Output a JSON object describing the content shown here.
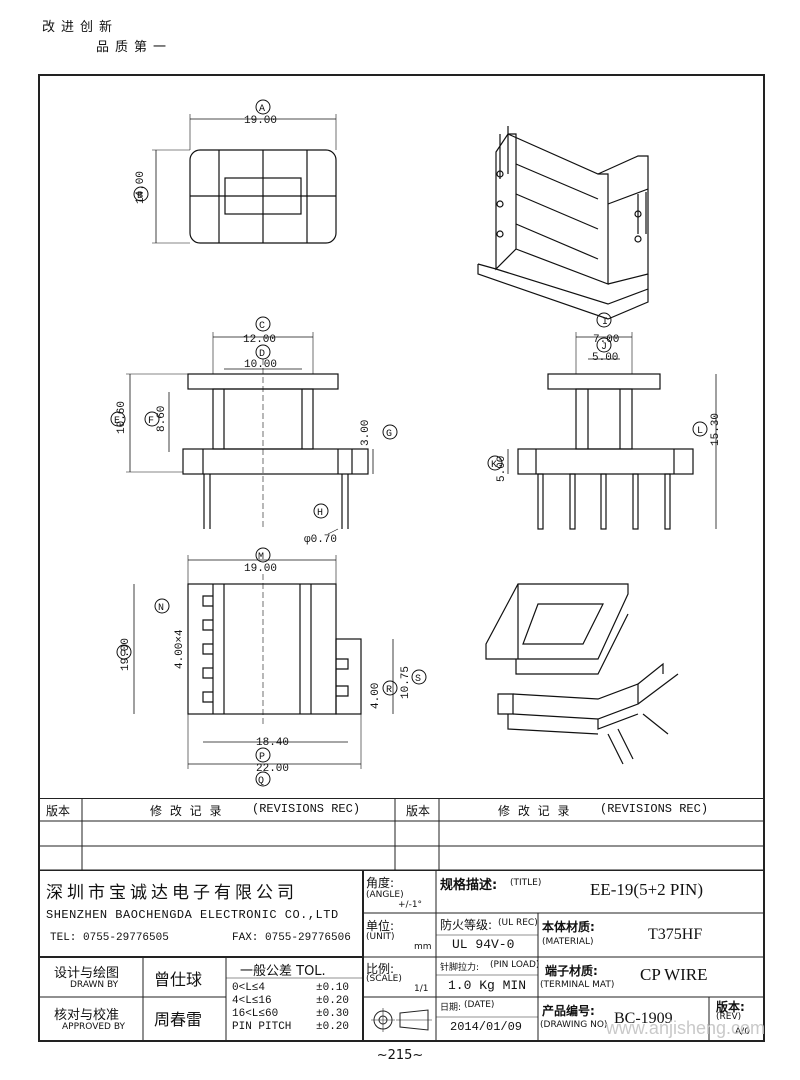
{
  "slogan": {
    "line1": "改进创新",
    "line2": "品质第一"
  },
  "drawing": {
    "views": {
      "top": {
        "A_label": "A",
        "A_value": "19.00",
        "B_label": "B",
        "B_value": "14.00"
      },
      "front": {
        "C_label": "C",
        "C_value": "12.00",
        "D_label": "D",
        "D_value": "10.00",
        "E_label": "E",
        "E_value": "10.60",
        "F_label": "F",
        "F_value": "8.60",
        "G_label": "G",
        "G_value": "3.00",
        "H_label": "H",
        "H_value": "φ0.70"
      },
      "side": {
        "I_label": "I",
        "I_value": "7.00",
        "J_label": "J",
        "J_value": "5.00",
        "K_label": "K",
        "K_value": "5.00",
        "L_label": "L",
        "L_value": "15.30"
      },
      "bottom": {
        "M_label": "M",
        "M_value": "19.00",
        "N_label": "N",
        "N_value": "4.00×4",
        "O_label": "O",
        "O_value": "19.00",
        "P_label": "P",
        "P_value": "18.40",
        "Q_label": "Q",
        "Q_value": "22.00",
        "R_label": "R",
        "R_value": "4.00",
        "S_label": "S",
        "S_value": "10.75"
      }
    }
  },
  "revisions": {
    "rev_col": "版本",
    "rec_col_cn": "修 改 记 录",
    "rec_col_en": "(REVISIONS REC)"
  },
  "title_block": {
    "company_cn": "深圳市宝诚达电子有限公司",
    "company_en": "SHENZHEN BAOCHENGDA ELECTRONIC CO.,LTD",
    "tel": "TEL: 0755-29776505",
    "fax": "FAX: 0755-29776506",
    "angle_label": "角度:",
    "angle_en": "(ANGLE)",
    "angle_value": "+/-1°",
    "unit_label": "单位:",
    "unit_en": "(UNIT)",
    "unit_value": "mm",
    "scale_label": "比例:",
    "scale_en": "(SCALE)",
    "scale_value": "1/1",
    "title_label": "规格描述:",
    "title_en": "(TITLE)",
    "title_value": "EE-19(5+2 PIN)",
    "flame_label": "防火等级:",
    "flame_en": "(UL REC)",
    "flame_value": "UL 94V-0",
    "material_label": "本体材质:",
    "material_en": "(MATERIAL)",
    "material_value": "T375HF",
    "pinload_label": "针脚拉力:",
    "pinload_en": "(PIN LOAD)",
    "pinload_value": "1.0 Kg MIN",
    "terminal_label": "端子材质:",
    "terminal_en": "(TERMINAL MAT)",
    "terminal_value": "CP WIRE",
    "date_label": "日期:",
    "date_en": "(DATE)",
    "date_value": "2014/01/09",
    "drawing_no_label": "产品编号:",
    "drawing_no_en": "(DRAWING NO)",
    "drawing_no_value": "BC-1909",
    "rev_label": "版本:",
    "rev_en": "(REV)",
    "rev_value": "A/0",
    "drawn_label": "设计与绘图",
    "drawn_en": "DRAWN BY",
    "drawn_value": "曾仕球",
    "approved_label": "核对与校准",
    "approved_en": "APPROVED BY",
    "approved_value": "周春雷",
    "tol_title": "一般公差 TOL.",
    "tol_rows": [
      {
        "range": "0<L≤4",
        "val": "±0.10"
      },
      {
        "range": "4<L≤16",
        "val": "±0.20"
      },
      {
        "range": "16<L≤60",
        "val": "±0.30"
      },
      {
        "range": "PIN PITCH",
        "val": "±0.20"
      }
    ]
  },
  "page_number": "~215~",
  "watermark": "www.anjisheng.com"
}
